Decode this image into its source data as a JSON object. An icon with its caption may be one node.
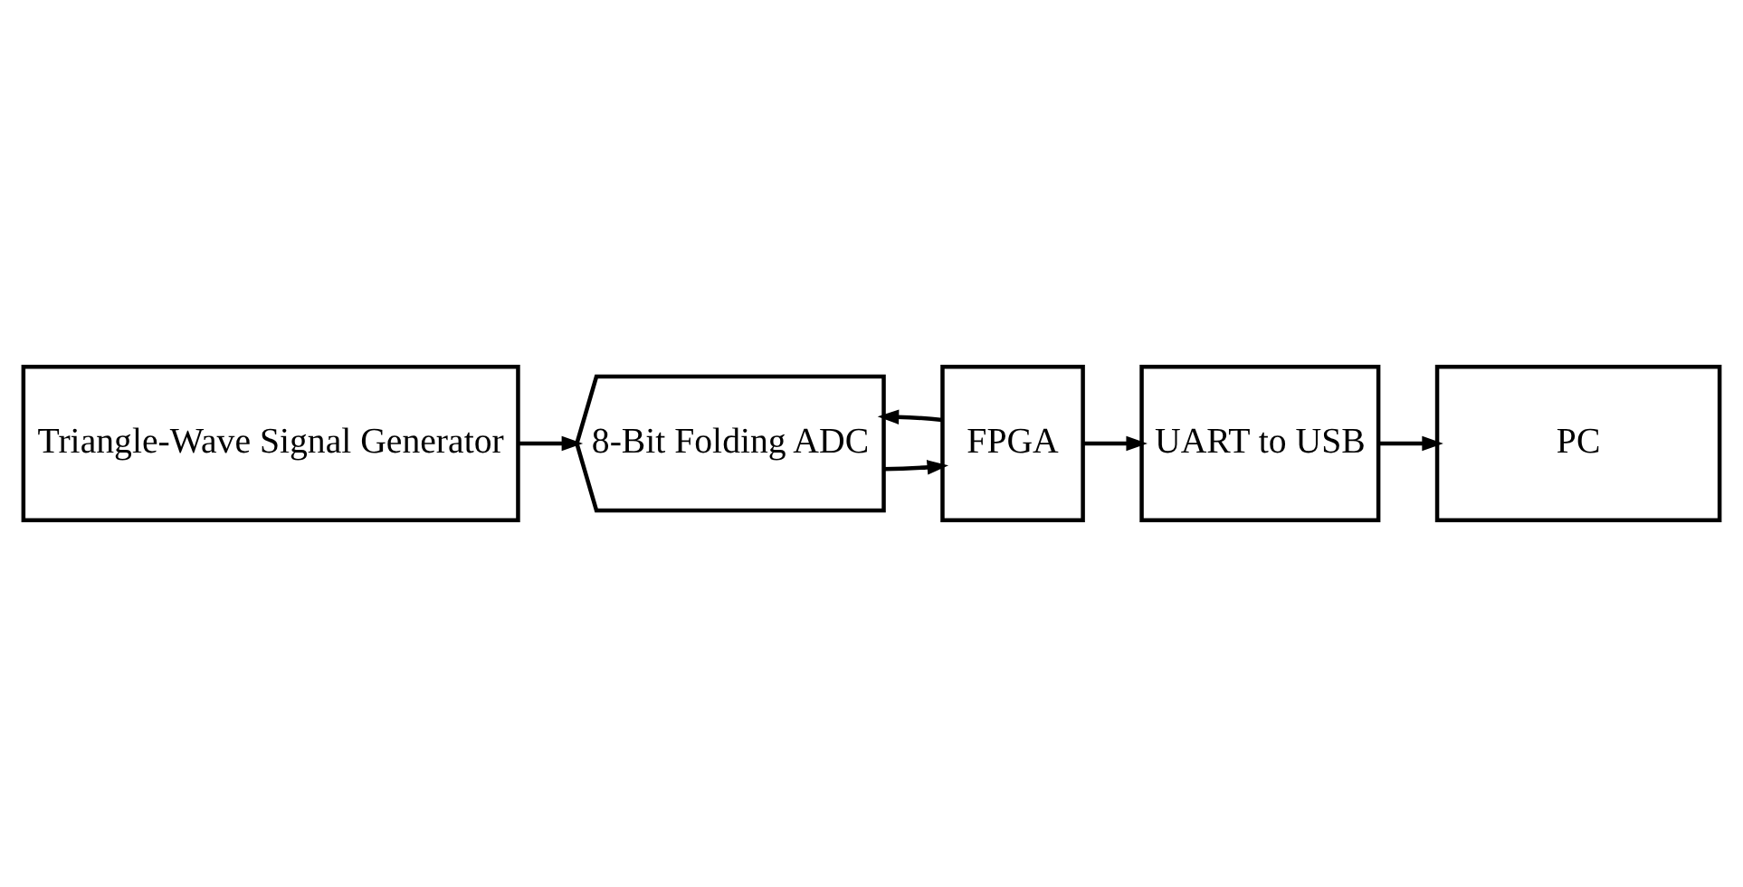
{
  "diagram": {
    "nodes": [
      {
        "text": [
          "Triangle-Wave Signal Generator"
        ]
      },
      {
        "text": [
          "8-Bit Folding ADC"
        ]
      },
      {
        "text": [
          "FPGA"
        ]
      },
      {
        "text": [
          "UART to USB"
        ]
      },
      {
        "text": [
          "PC"
        ]
      }
    ],
    "edges": [
      {
        "from": 0,
        "to": 1,
        "arrow": "to"
      },
      {
        "from": 1,
        "to": 2,
        "arrow": "to"
      },
      {
        "from": 2,
        "to": 1,
        "arrow": "to"
      },
      {
        "from": 2,
        "to": 3,
        "arrow": "to"
      },
      {
        "from": 3,
        "to": 4,
        "arrow": "to"
      }
    ]
  }
}
